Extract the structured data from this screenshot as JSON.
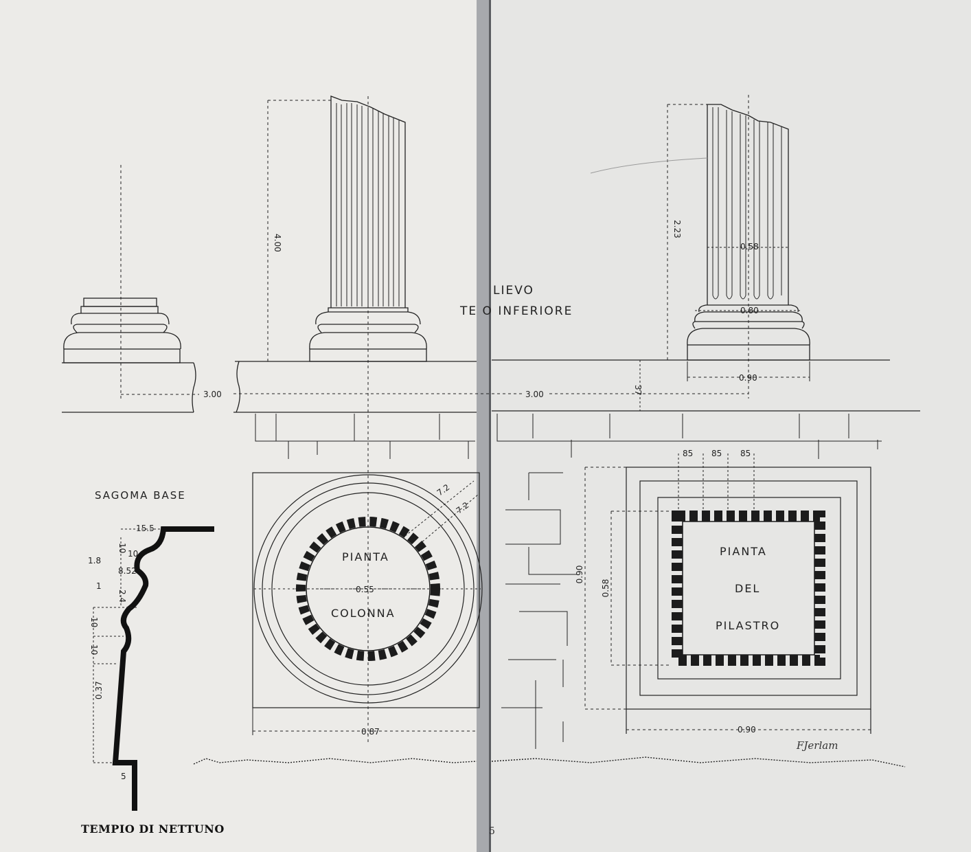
{
  "colors": {
    "paper_left": "#ecebe8",
    "paper_right": "#e6e6e4",
    "ink": "#222222",
    "gutter": "#a7a9ad"
  },
  "labels": {
    "rilievo_1": "LIEVO",
    "rilievo_2": "TE O INFERIORE",
    "sagoma_base": "SAGOMA BASE",
    "pianta_colonna_1": "PIANTA",
    "pianta_colonna_2": "COLONNA",
    "pianta_pilastro_1": "PIANTA",
    "pianta_pilastro_2": "DEL",
    "pianta_pilastro_3": "PILASTRO",
    "title": "TEMPIO DI NETTUNO",
    "page_number": "5",
    "signature": "FJerlam"
  },
  "dimensions": {
    "column_height": "4.00",
    "pilaster_height": "2.23",
    "pilaster_shaft": "0.58",
    "pilaster_torus": "0.80",
    "pilaster_base": "0.90",
    "span_left": "3.00",
    "span_right": "3.00",
    "step_height": "37",
    "flutes_pilaster": [
      "85",
      "85",
      "85"
    ],
    "plan_diameter": "0.55",
    "flute_depth_1": "7.2",
    "flute_depth_2": "7.2",
    "plan_base_width": "0.87",
    "pil_plan_height": "0.90",
    "pil_plan_inner": "0.58",
    "pil_plan_width": "0.90",
    "profile": [
      "15.5",
      "10",
      "1.8",
      "10",
      "8.52",
      "1",
      "2.4",
      "10",
      "10",
      "0.37",
      "5"
    ]
  }
}
